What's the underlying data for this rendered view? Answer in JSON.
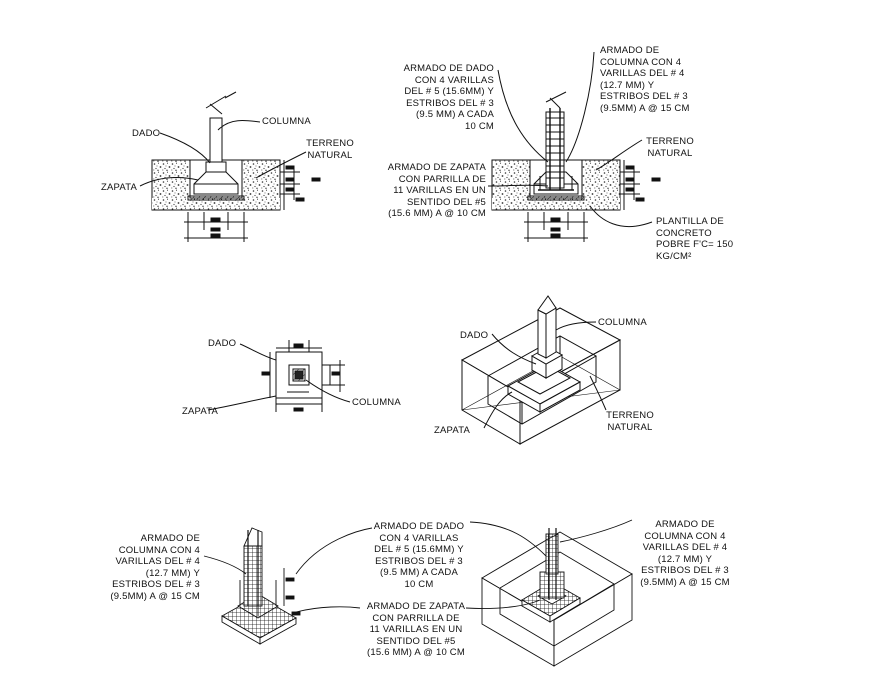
{
  "labels": {
    "s1_columna": "COLUMNA",
    "s1_dado": "DADO",
    "s1_zapata": "ZAPATA",
    "s1_terreno": "TERRENO\nNATURAL",
    "s2_armado_dado": "ARMADO DE DADO\nCON 4 VARILLAS\nDEL # 5 (15.6MM) Y\nESTRIBOS DEL # 3\n(9.5 MM) A CADA\n10 CM",
    "s2_armado_columna": "ARMADO DE\nCOLUMNA CON 4\nVARILLAS DEL # 4\n(12.7 MM) Y\nESTRIBOS DEL # 3\n(9.5MM) A @ 15 CM",
    "s2_terreno": "TERRENO\nNATURAL",
    "s2_armado_zapata": "ARMADO DE ZAPATA\nCON PARRILLA DE\n11 VARILLAS EN UN\nSENTIDO DEL #5\n(15.6 MM) A @ 10 CM",
    "s2_plantilla": "PLANTILLA DE\nCONCRETO\nPOBRE F'C= 150\nKG/CM²",
    "s3_dado": "DADO",
    "s3_zapata": "ZAPATA",
    "s3_columna": "COLUMNA",
    "s4_dado": "DADO",
    "s4_columna": "COLUMNA",
    "s4_zapata": "ZAPATA",
    "s4_terreno": "TERRENO\nNATURAL",
    "s5_armado_columna": "ARMADO DE\nCOLUMNA CON 4\nVARILLAS DEL # 4\n(12.7 MM) Y\nESTRIBOS DEL # 3\n(9.5MM) A @ 15 CM",
    "s6_armado_dado": "ARMADO DE DADO\nCON 4 VARILLAS\nDEL # 5 (15.6MM) Y\nESTRIBOS DEL # 3\n(9.5 MM) A CADA\n10 CM",
    "s6_armado_zapata": "ARMADO DE ZAPATA\nCON PARRILLA DE\n11 VARILLAS EN UN\nSENTIDO DEL #5\n(15.6 MM) A @ 10 CM",
    "s7_armado_columna": "ARMADO DE\nCOLUMNA CON 4\nVARILLAS DEL # 4\n(12.7 MM) Y\nESTRIBOS DEL # 3\n(9.5MM) A @ 15 CM"
  },
  "colors": {
    "line": "#111111",
    "soil": "#444444",
    "paper": "#ffffff"
  }
}
